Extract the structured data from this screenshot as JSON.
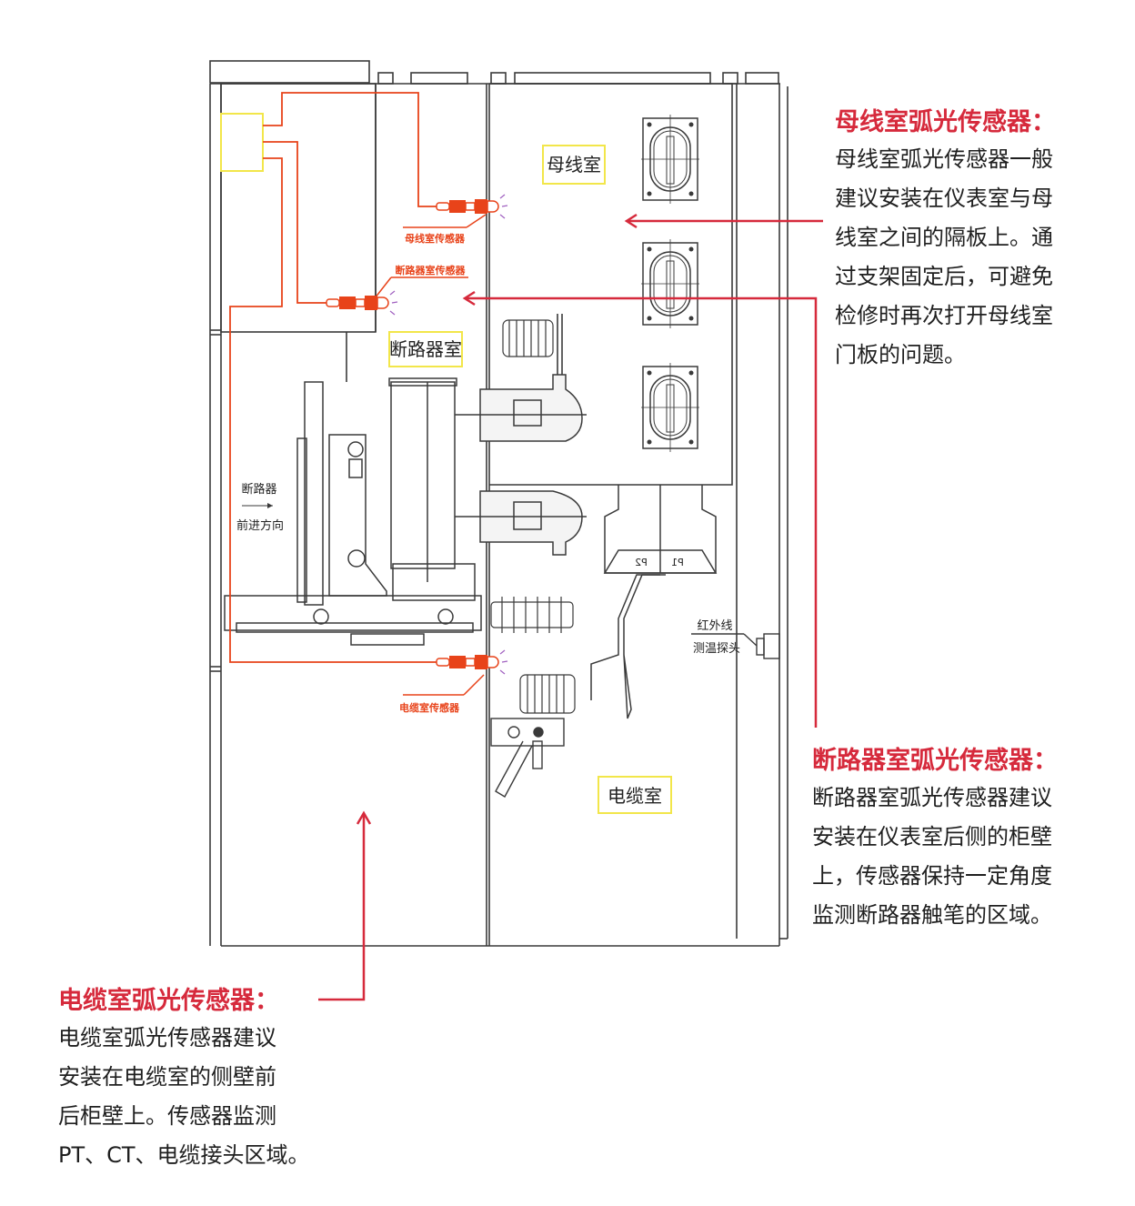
{
  "colors": {
    "accent_red": "#d62a3c",
    "wire_orange": "#e8431a",
    "highlight_yellow": "#f2e64a",
    "line_dark": "#3a3a3a",
    "body_text": "#1f1f1f"
  },
  "diagram": {
    "rooms": {
      "busbar": "母线室",
      "breaker": "断路器室",
      "cable": "电缆室"
    },
    "sensors": {
      "busbar": "母线室传感器",
      "breaker": "断路器室传感器",
      "cable": "电缆室传感器"
    },
    "breaker_direction": {
      "line1": "断路器",
      "line2": "前进方向"
    },
    "ir_probe": {
      "line1": "红外线",
      "line2": "测温探头"
    },
    "ct_labels": {
      "p1": "P1",
      "p2": "P2"
    }
  },
  "callouts": {
    "busbar": {
      "title": "母线室弧光传感器：",
      "lines": [
        "母线室弧光传感器一般",
        "建议安装在仪表室与母",
        "线室之间的隔板上。通",
        "过支架固定后，可避免",
        "检修时再次打开母线室",
        "门板的问题。"
      ]
    },
    "breaker": {
      "title": "断路器室弧光传感器：",
      "lines": [
        "断路器室弧光传感器建议",
        "安装在仪表室后侧的柜壁",
        "上，传感器保持一定角度",
        "监测断路器触笔的区域。"
      ]
    },
    "cable": {
      "title": "电缆室弧光传感器：",
      "lines": [
        "电缆室弧光传感器建议",
        "安装在电缆室的侧壁前",
        "后柜壁上。传感器监测",
        "PT、CT、电缆接头区域。"
      ]
    }
  }
}
